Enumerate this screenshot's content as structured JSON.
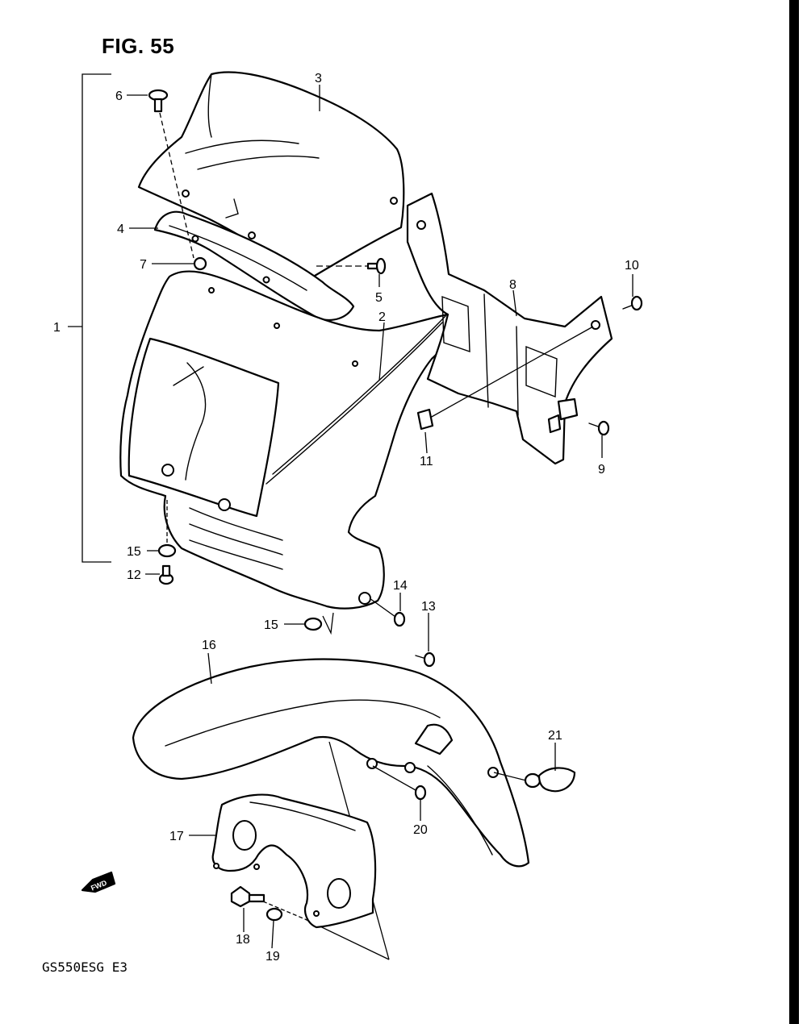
{
  "figure": {
    "title": "FIG. 55",
    "model_code": "GS550ESG  E3",
    "forward_marker": "FWD"
  },
  "callouts": [
    {
      "id": "1",
      "text": "1"
    },
    {
      "id": "2",
      "text": "2"
    },
    {
      "id": "3",
      "text": "3"
    },
    {
      "id": "4",
      "text": "4"
    },
    {
      "id": "5",
      "text": "5"
    },
    {
      "id": "6",
      "text": "6"
    },
    {
      "id": "7",
      "text": "7"
    },
    {
      "id": "8",
      "text": "8"
    },
    {
      "id": "9",
      "text": "9"
    },
    {
      "id": "10",
      "text": "10"
    },
    {
      "id": "11",
      "text": "11"
    },
    {
      "id": "12",
      "text": "12"
    },
    {
      "id": "13",
      "text": "13"
    },
    {
      "id": "14",
      "text": "14"
    },
    {
      "id": "15a",
      "text": "15"
    },
    {
      "id": "15b",
      "text": "15"
    },
    {
      "id": "16",
      "text": "16"
    },
    {
      "id": "17",
      "text": "17"
    },
    {
      "id": "18",
      "text": "18"
    },
    {
      "id": "19",
      "text": "19"
    },
    {
      "id": "20",
      "text": "20"
    },
    {
      "id": "21",
      "text": "21"
    }
  ]
}
